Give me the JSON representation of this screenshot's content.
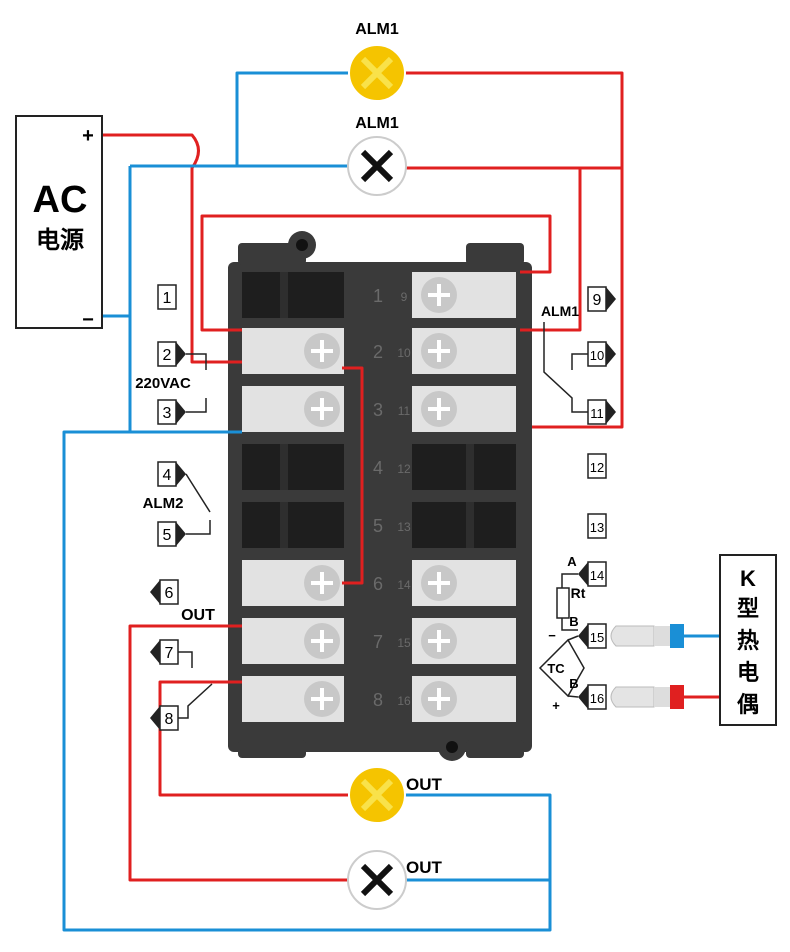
{
  "power": {
    "title": "AC",
    "subtitle": "电源",
    "plus": "+",
    "minus": "−"
  },
  "lamps": {
    "alm1_top": "ALM1",
    "alm1_second": "ALM1",
    "out_upper": "OUT",
    "out_lower": "OUT"
  },
  "left_terminals": [
    "1",
    "2",
    "3",
    "4",
    "5",
    "6",
    "7",
    "8"
  ],
  "left_labels": {
    "power_voltage": "220VAC",
    "alm2": "ALM2",
    "out": "OUT"
  },
  "right_terminals": [
    "9",
    "10",
    "11",
    "12",
    "13",
    "14",
    "15",
    "16"
  ],
  "right_labels": {
    "alm1": "ALM1",
    "a": "A",
    "rt": "Rt",
    "b15": "B",
    "b16": "B",
    "tc": "TC",
    "minus": "−",
    "plus": "+"
  },
  "block_left_numbers": [
    "1",
    "2",
    "3",
    "4",
    "5",
    "6",
    "7",
    "8"
  ],
  "block_right_numbers": [
    "9",
    "10",
    "11",
    "12",
    "13",
    "14",
    "15",
    "16"
  ],
  "thermocouple": {
    "chars": [
      "K",
      "型",
      "热",
      "电",
      "偶"
    ]
  },
  "colors": {
    "wire_red": "#e02020",
    "wire_blue": "#1a8fd6",
    "lamp_on": "#f5c400",
    "lamp_x": "#f9e24a",
    "block_dark": "#3a3a3a"
  }
}
